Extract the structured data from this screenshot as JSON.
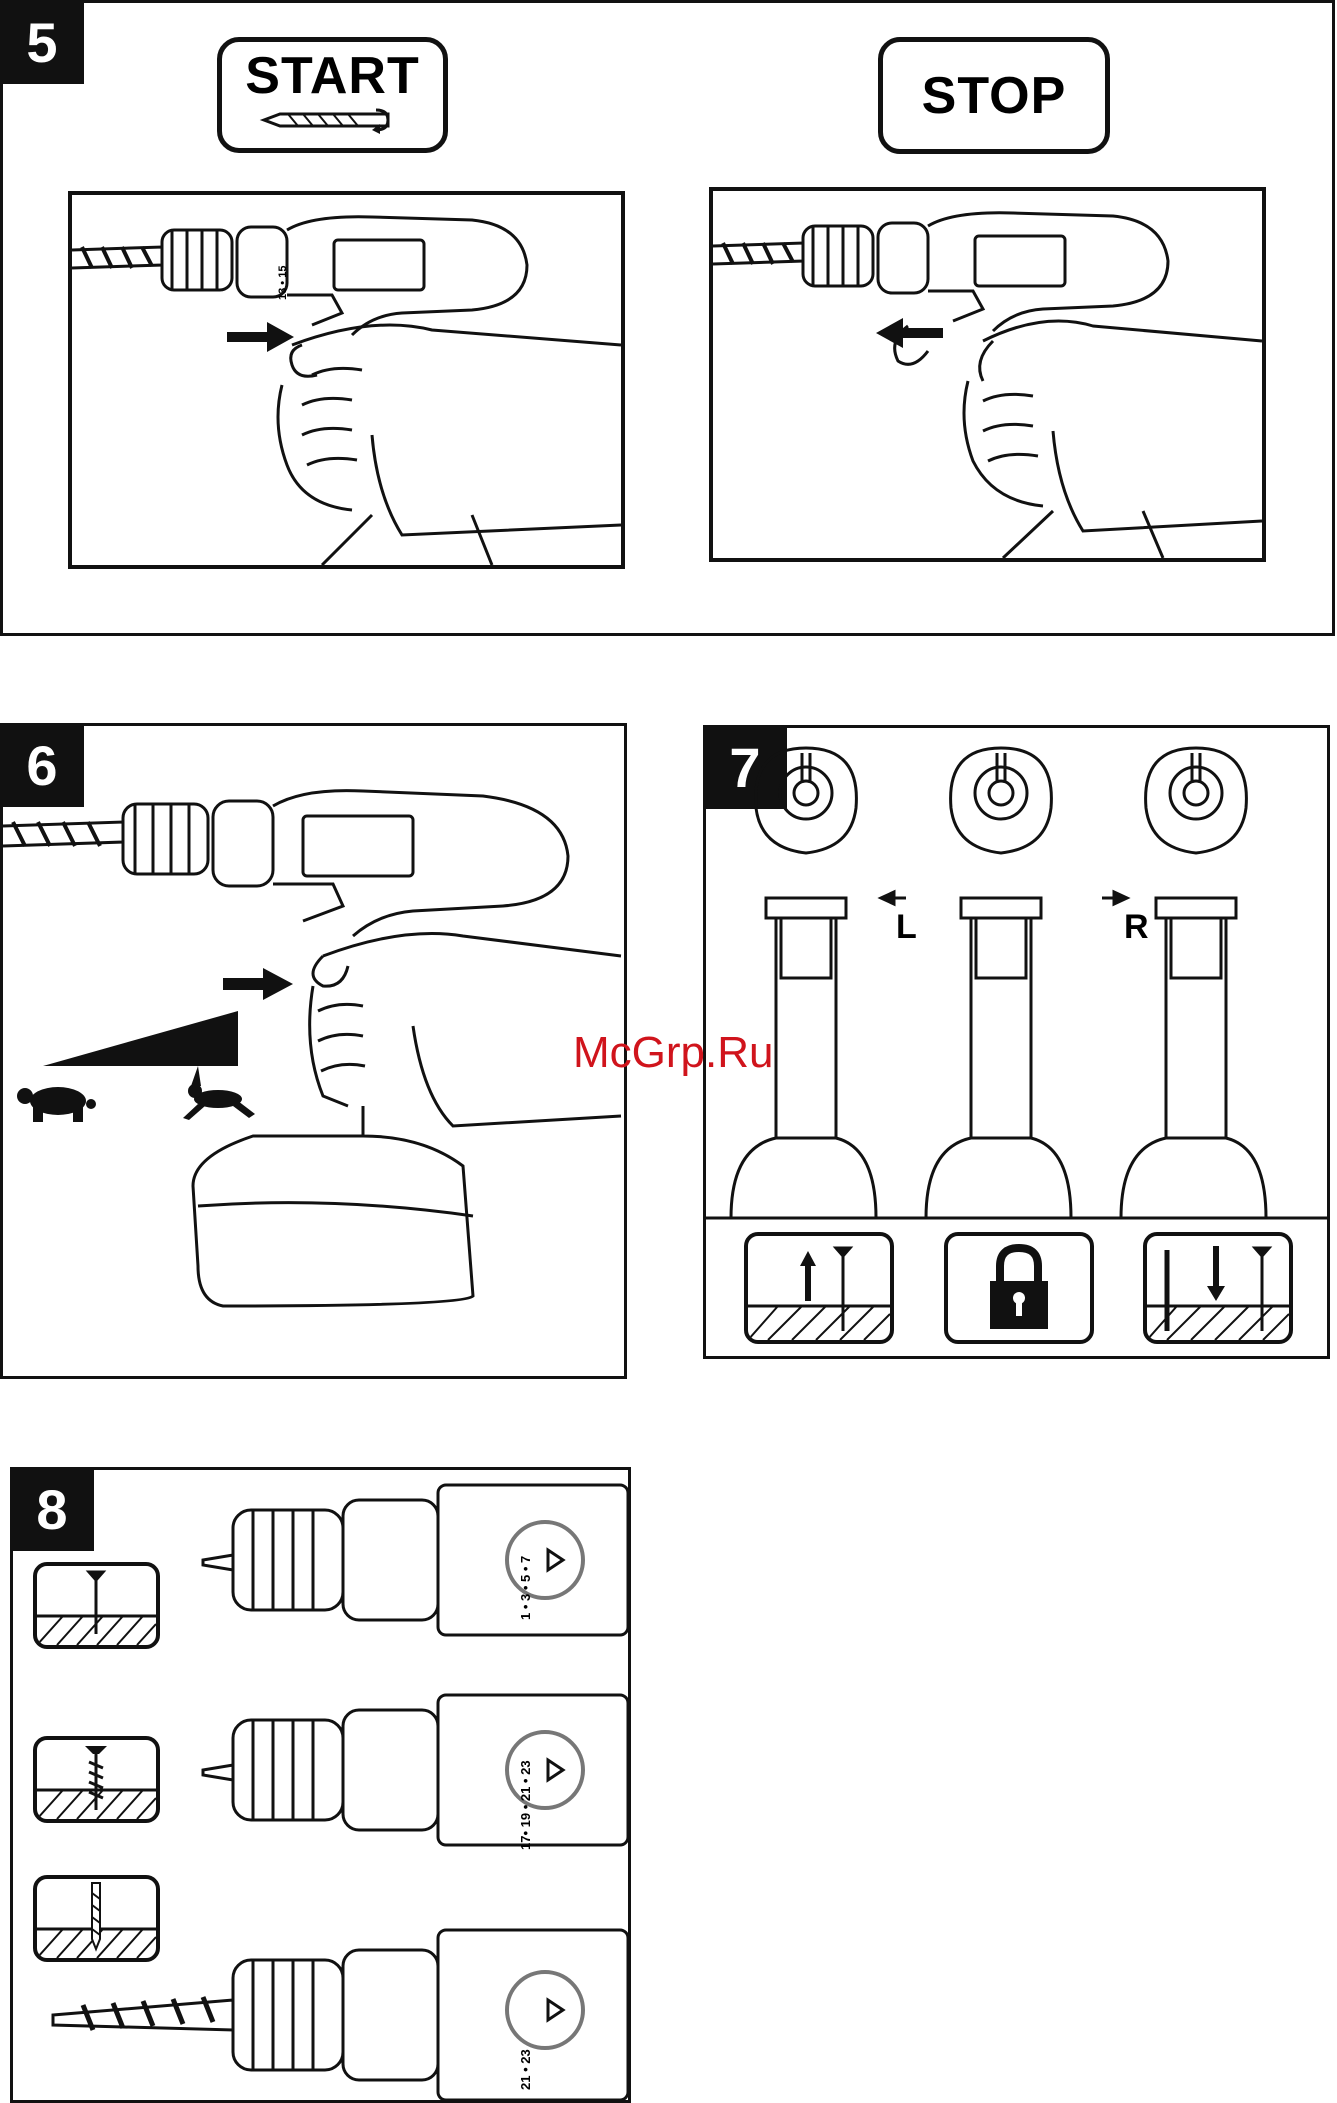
{
  "figures": {
    "fig5": {
      "number": "5",
      "start_label": "START",
      "stop_label": "STOP"
    },
    "fig6": {
      "number": "6"
    },
    "fig7": {
      "number": "7",
      "left_label": "L",
      "right_label": "R"
    },
    "fig8": {
      "number": "8"
    }
  },
  "watermark": "McGrp.Ru",
  "collar_numbers": {
    "fig5": "13 • 15",
    "fig8_row1": "1 • 3 • 5 • 7",
    "fig8_row2": "17• 19 • 21 • 23",
    "fig8_row3": "21 • 23"
  },
  "colors": {
    "ink": "#111111",
    "watermark": "#d0141c"
  }
}
